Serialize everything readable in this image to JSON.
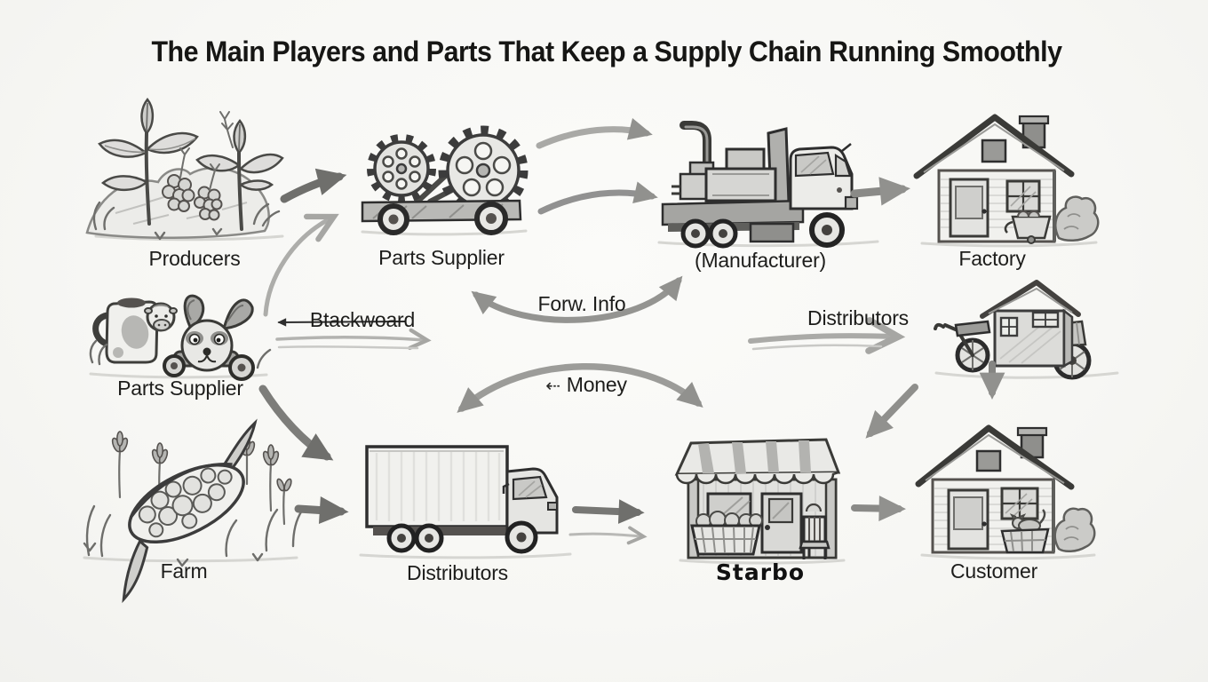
{
  "title": "The Main Players and Parts That Keep a Supply Chain Running Smoothly",
  "nodes": {
    "producers": {
      "label": "Producers",
      "icon": "sprouting-plants"
    },
    "parts_supplier_top": {
      "label": "Parts Supplier",
      "icon": "gears-on-cart"
    },
    "manufacturer": {
      "label": "(Manufacturer)",
      "icon": "machinery-truck"
    },
    "factory": {
      "label": "Factory",
      "icon": "house-with-chimney"
    },
    "parts_supplier_mid": {
      "label": "Parts Supplier",
      "icon": "jug-and-toy-animal"
    },
    "mobile_house": {
      "label": "",
      "icon": "house-on-motorcycle"
    },
    "farm": {
      "label": "Farm",
      "icon": "corn-cob"
    },
    "distributors": {
      "label": "Distributors",
      "icon": "box-truck"
    },
    "store": {
      "label": "Starbo",
      "icon": "storefront-with-awning"
    },
    "customer": {
      "label": "Customer",
      "icon": "house-with-chimney"
    }
  },
  "flow_labels": {
    "backward": "Btackwoard",
    "forward_info": "Forw. Info",
    "money": "Money",
    "money_glyph": "⇠",
    "distributors": "Distributors"
  },
  "connections": [
    {
      "from": "producers",
      "to": "parts_supplier_top"
    },
    {
      "from": "parts_supplier_top",
      "to": "manufacturer"
    },
    {
      "from": "manufacturer",
      "to": "factory"
    },
    {
      "from": "parts_supplier_mid",
      "to": "parts_supplier_top"
    },
    {
      "from": "manufacturer",
      "to": "parts_supplier_mid",
      "label": "Btackwoard"
    },
    {
      "from": "parts_supplier_mid",
      "to": "manufacturer",
      "label": "Forw. Info",
      "bidirectional": true
    },
    {
      "from": "parts_supplier_mid",
      "to": "manufacturer",
      "label": "Money",
      "bidirectional": true
    },
    {
      "from": "manufacturer",
      "to": "mobile_house",
      "label": "Distributors"
    },
    {
      "from": "mobile_house",
      "to": "customer"
    },
    {
      "from": "mobile_house",
      "to": "store"
    },
    {
      "from": "parts_supplier_mid",
      "to": "distributors"
    },
    {
      "from": "farm",
      "to": "distributors"
    },
    {
      "from": "distributors",
      "to": "store"
    },
    {
      "from": "store",
      "to": "customer"
    }
  ],
  "colors": {
    "paper": "#f8f8f5",
    "ink": "#1d1d1b",
    "pencil": "#8f8f8c"
  }
}
